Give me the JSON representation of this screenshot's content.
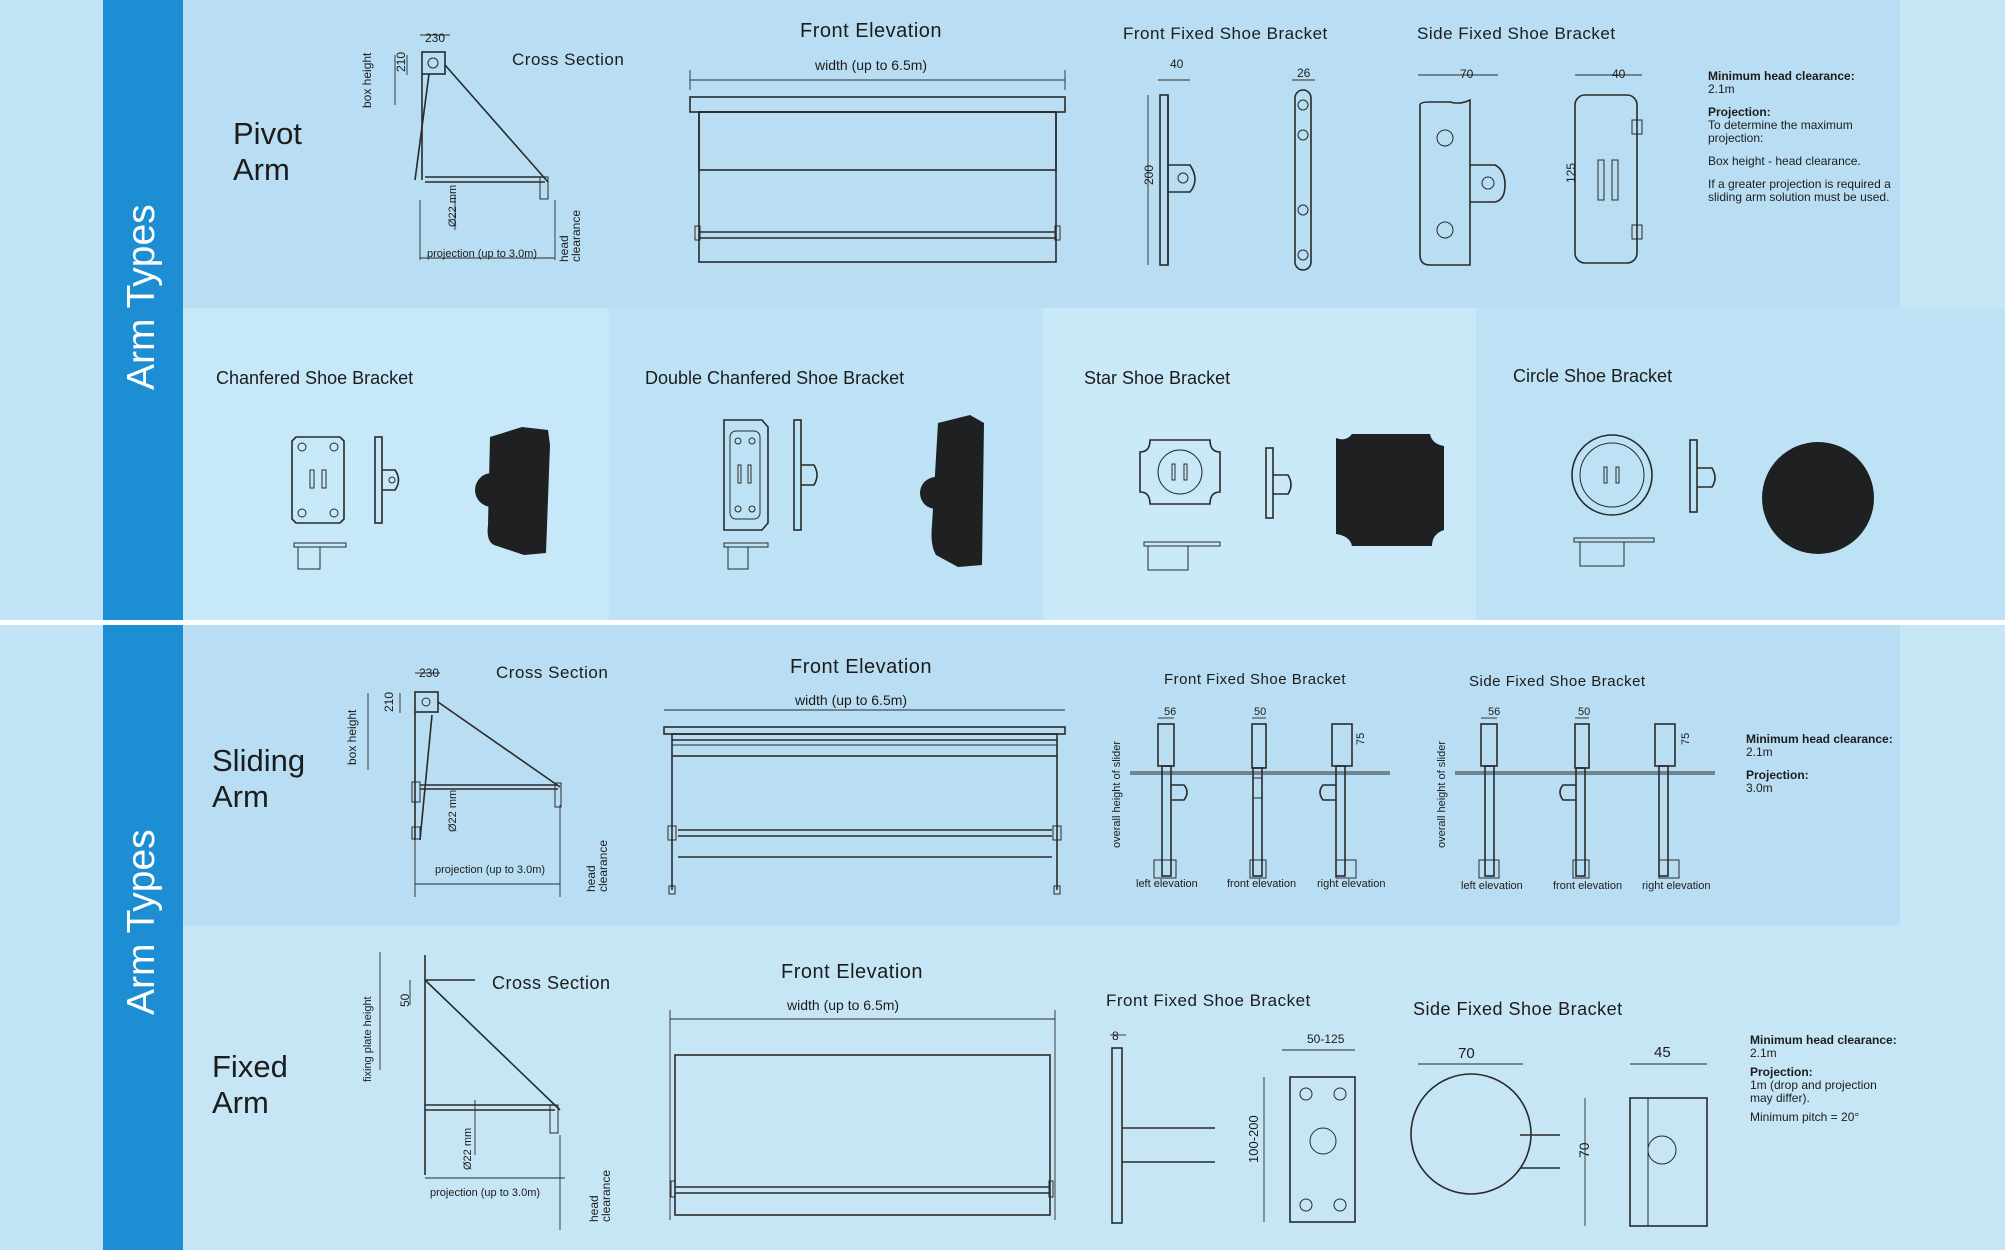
{
  "sidebar": {
    "top_label": "Arm Types",
    "bottom_label": "Arm Types"
  },
  "pivot": {
    "name": "Pivot\nArm",
    "cross_section": "Cross Section",
    "front_elevation": "Front Elevation",
    "width_label": "width (up to 6.5m)",
    "front_bracket": "Front Fixed Shoe Bracket",
    "side_bracket": "Side Fixed Shoe Bracket",
    "dims": {
      "d230": "230",
      "d210": "210",
      "box_height": "box height",
      "d22": "Ø22 mm",
      "projection": "projection (up to 3.0m)",
      "head_clearance": "head clearance",
      "d40": "40",
      "d26": "26",
      "d200": "200",
      "d70": "70",
      "d40b": "40",
      "d125": "125"
    },
    "notes": {
      "min_head_title": "Minimum head clearance:",
      "min_head_value": "2.1m",
      "projection_title": "Projection:",
      "projection_text": "To determine the maximum projection:",
      "formula": "Box height - head clearance.",
      "greater": "If a greater projection is required a sliding arm solution must be used."
    }
  },
  "shoe_brackets": [
    {
      "title": "Chanfered Shoe Bracket"
    },
    {
      "title": "Double Chanfered Shoe Bracket"
    },
    {
      "title": "Star Shoe Bracket"
    },
    {
      "title": "Circle Shoe Bracket"
    }
  ],
  "sliding": {
    "name": "Sliding\nArm",
    "cross_section": "Cross Section",
    "front_elevation": "Front Elevation",
    "width_label": "width (up to 6.5m)",
    "front_bracket": "Front Fixed Shoe Bracket",
    "side_bracket": "Side Fixed Shoe Bracket",
    "dims": {
      "d230": "230",
      "d210": "210",
      "box_height": "box height",
      "d22": "Ø22 mm",
      "projection": "projection (up to 3.0m)",
      "head_clearance": "head clearance",
      "d56": "56",
      "d50": "50",
      "d75": "75",
      "overall": "overall height of slider",
      "left_elev": "left elevation",
      "front_elev": "front elevation",
      "right_elev": "right elevation"
    },
    "notes": {
      "min_head_title": "Minimum head clearance:",
      "min_head_value": "2.1m",
      "projection_title": "Projection:",
      "projection_value": "3.0m"
    }
  },
  "fixed": {
    "name": "Fixed\nArm",
    "cross_section": "Cross Section",
    "front_elevation": "Front Elevation",
    "width_label": "width (up to 6.5m)",
    "front_bracket": "Front Fixed Shoe Bracket",
    "side_bracket": "Side Fixed Shoe Bracket",
    "dims": {
      "fixing_plate": "fixing plate height",
      "d50": "50",
      "d22": "Ø22 mm",
      "projection": "projection (up to 3.0m)",
      "head_clearance": "head clearance",
      "d8": "8",
      "d50_125": "50-125",
      "d100_200": "100-200",
      "d70": "70",
      "d45": "45",
      "d70b": "70"
    },
    "notes": {
      "min_head_title": "Minimum head clearance:",
      "min_head_value": "2.1m",
      "projection_title": "Projection:",
      "projection_text": "1m (drop and projection may differ).",
      "pitch": "Minimum pitch = 20°"
    }
  },
  "colors": {
    "sidebar": "#1d8ed3",
    "panel_dark": "#b9def3",
    "panel_light": "#c6e6f6",
    "divider": "#ffffff"
  }
}
